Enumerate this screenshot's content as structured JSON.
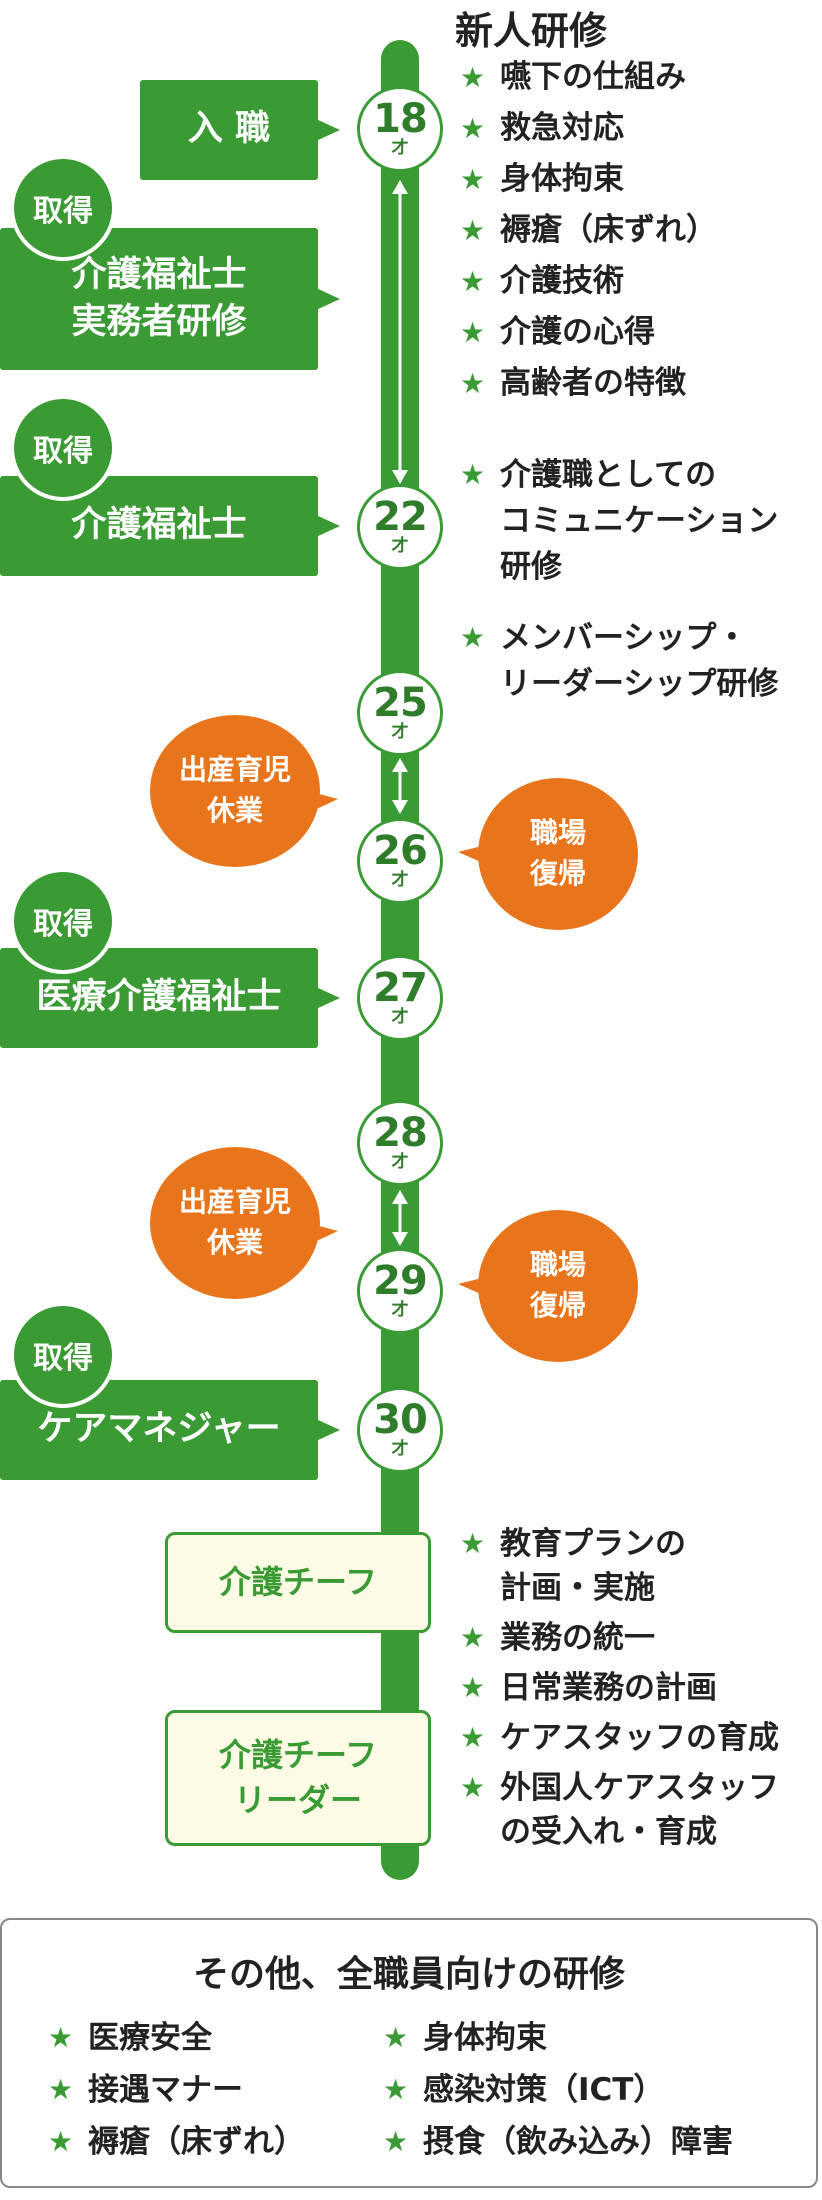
{
  "new_training": {
    "title": "新人研修",
    "items": [
      "嚥下の仕組み",
      "救急対応",
      "身体拘束",
      "褥瘡（床ずれ）",
      "介護技術",
      "介護の心得",
      "高齢者の特徴"
    ]
  },
  "ages": [
    {
      "num": "18",
      "unit": "才"
    },
    {
      "num": "22",
      "unit": "才"
    },
    {
      "num": "25",
      "unit": "才"
    },
    {
      "num": "26",
      "unit": "才"
    },
    {
      "num": "27",
      "unit": "才"
    },
    {
      "num": "28",
      "unit": "才"
    },
    {
      "num": "29",
      "unit": "才"
    },
    {
      "num": "30",
      "unit": "才"
    }
  ],
  "career": {
    "join": "入 職",
    "jitsumu": [
      "介護福祉士",
      "実務者研修"
    ],
    "kaigofukushishi": "介護福祉士",
    "iryou": "医療介護福祉士",
    "caremanager": "ケアマネジャー"
  },
  "badge": "取得",
  "leave": {
    "lines": [
      "出産育児",
      "休業"
    ]
  },
  "return": {
    "lines": [
      "職場",
      "復帰"
    ]
  },
  "comm_training": [
    "介護職としての",
    "コミュニケーション",
    "研修"
  ],
  "member_training": [
    "メンバーシップ・",
    "リーダーシップ研修"
  ],
  "chief": {
    "label": "介護チーフ",
    "leader": [
      "介護チーフ",
      "リーダー"
    ],
    "duties": [
      [
        "教育プランの",
        "計画・実施"
      ],
      [
        "業務の統一"
      ],
      [
        "日常業務の計画"
      ],
      [
        "ケアスタッフの育成"
      ],
      [
        "外国人ケアスタッフ",
        "の受入れ・育成"
      ]
    ]
  },
  "all_staff": {
    "title": "その他、全職員向けの研修",
    "left": [
      "医療安全",
      "接遇マナー",
      "褥瘡（床ずれ）"
    ],
    "right": [
      "身体拘束",
      "感染対策（ICT）",
      "摂食（飲み込み）障害"
    ]
  },
  "star": "★",
  "colors": {
    "green": "#3a9a34",
    "orange": "#e8751c",
    "cream": "#fdfbe6"
  }
}
